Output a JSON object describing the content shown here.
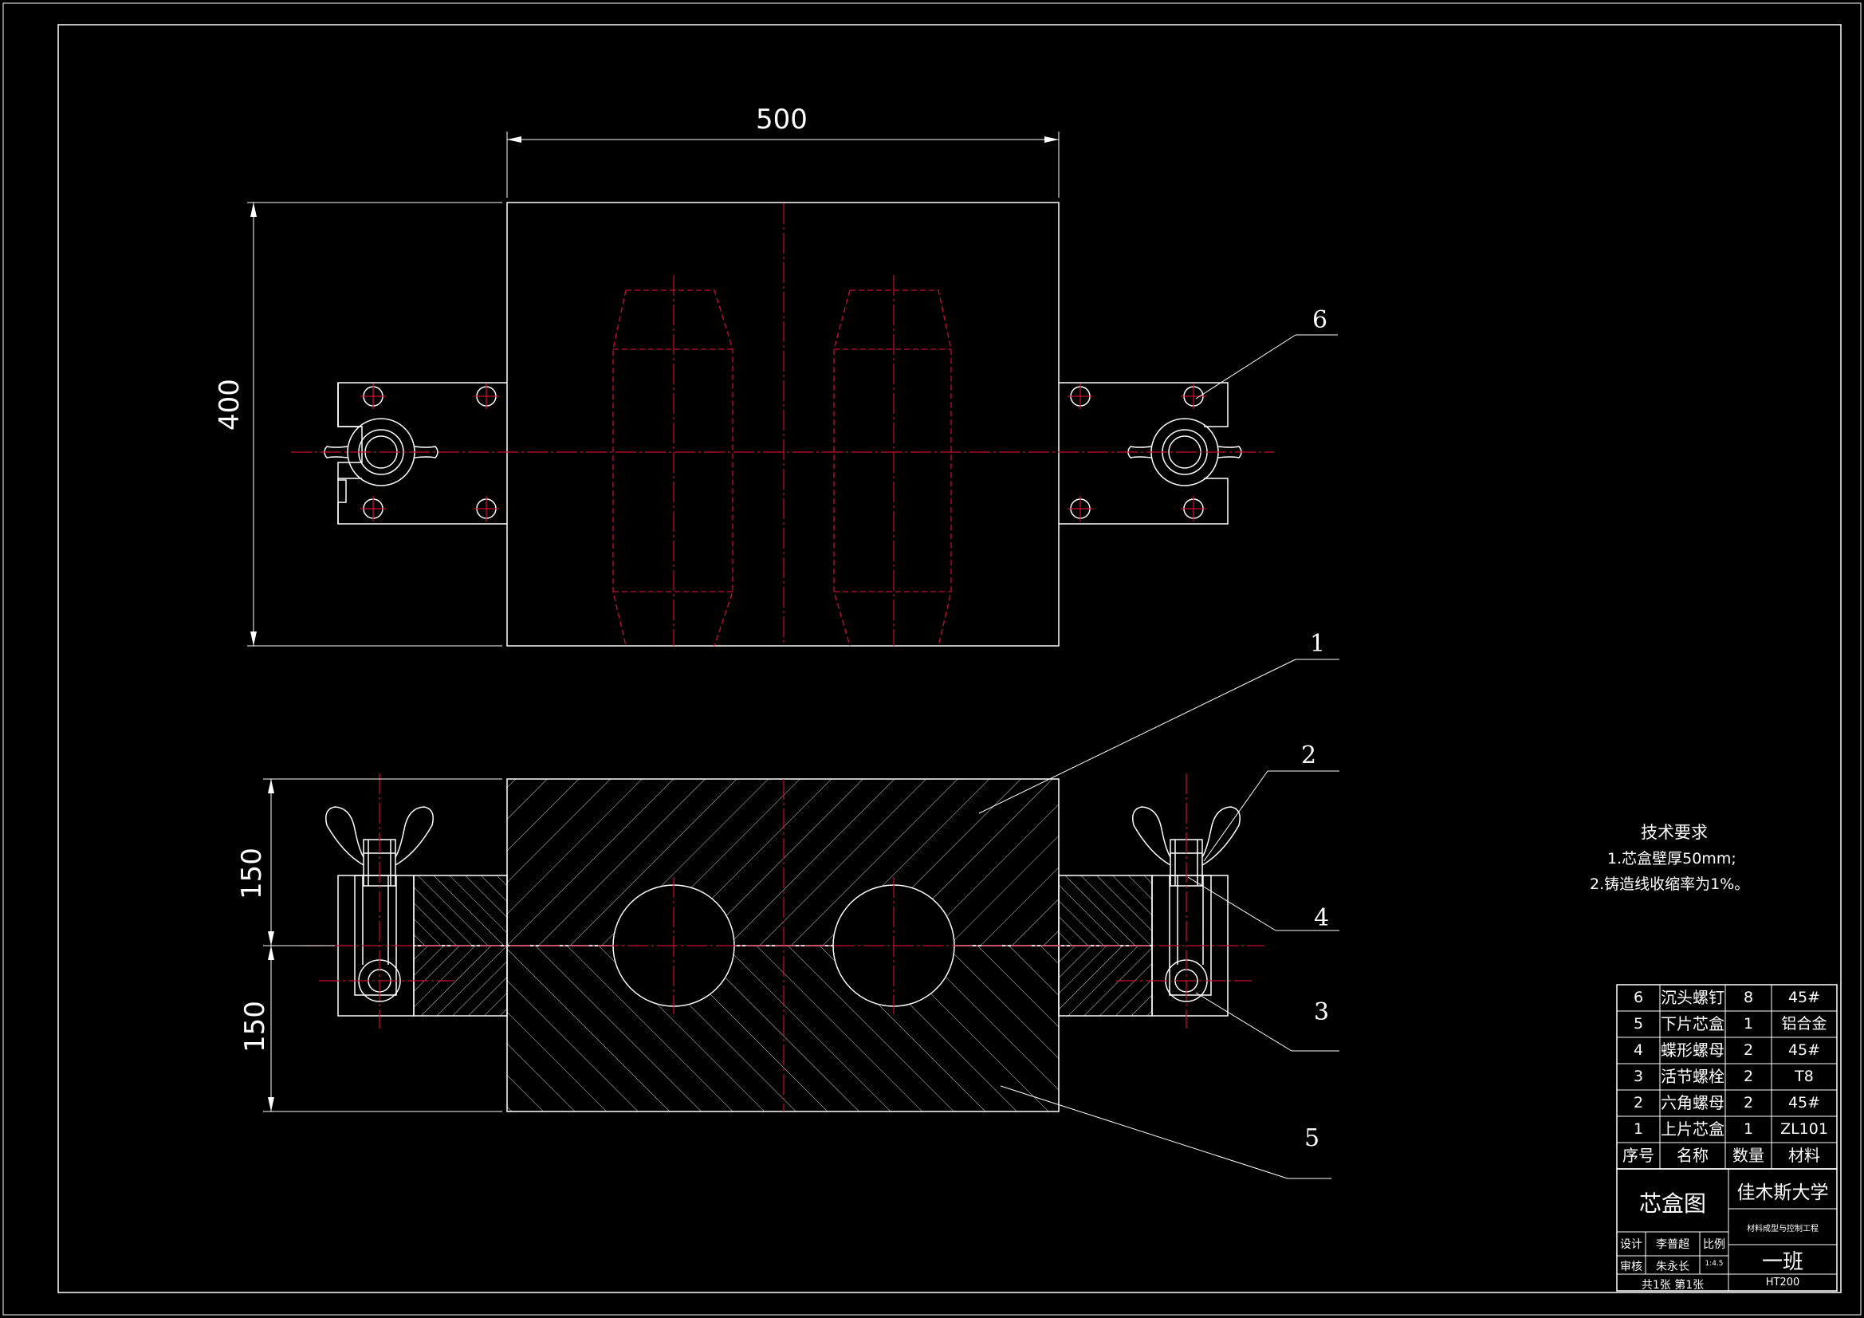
{
  "dimensions": {
    "width_500": "500",
    "height_400": "400",
    "upper_150": "150",
    "lower_150": "150"
  },
  "balloons": [
    "1",
    "2",
    "4",
    "3",
    "5",
    "6"
  ],
  "tech_requirements": {
    "title": "技术要求",
    "line1": "1.芯盒壁厚50mm;",
    "line2": "2.铸造线收缩率为1%。"
  },
  "parts_list": {
    "rows": [
      {
        "no": "6",
        "name": "沉头螺钉",
        "qty": "8",
        "material": "45#"
      },
      {
        "no": "5",
        "name": "下片芯盒",
        "qty": "1",
        "material": "铝合金"
      },
      {
        "no": "4",
        "name": "蝶形螺母",
        "qty": "2",
        "material": "45#"
      },
      {
        "no": "3",
        "name": "活节螺栓",
        "qty": "2",
        "material": "T8"
      },
      {
        "no": "2",
        "name": "六角螺母",
        "qty": "2",
        "material": "45#"
      },
      {
        "no": "1",
        "name": "上片芯盒",
        "qty": "1",
        "material": "ZL101"
      }
    ],
    "header": {
      "no": "序号",
      "name": "名称",
      "qty": "数量",
      "material": "材料"
    }
  },
  "title_block": {
    "drawing_name": "芯盒图",
    "school": "佳木斯大学",
    "dept": "材料成型与控制工程",
    "design_label": "设计",
    "designer": "李普超",
    "scale_label": "比例",
    "scale": "1:4.5",
    "review_label": "审核",
    "reviewer": "朱永长",
    "class": "一班",
    "sheets": "共1张 第1张",
    "material": "HT200"
  }
}
